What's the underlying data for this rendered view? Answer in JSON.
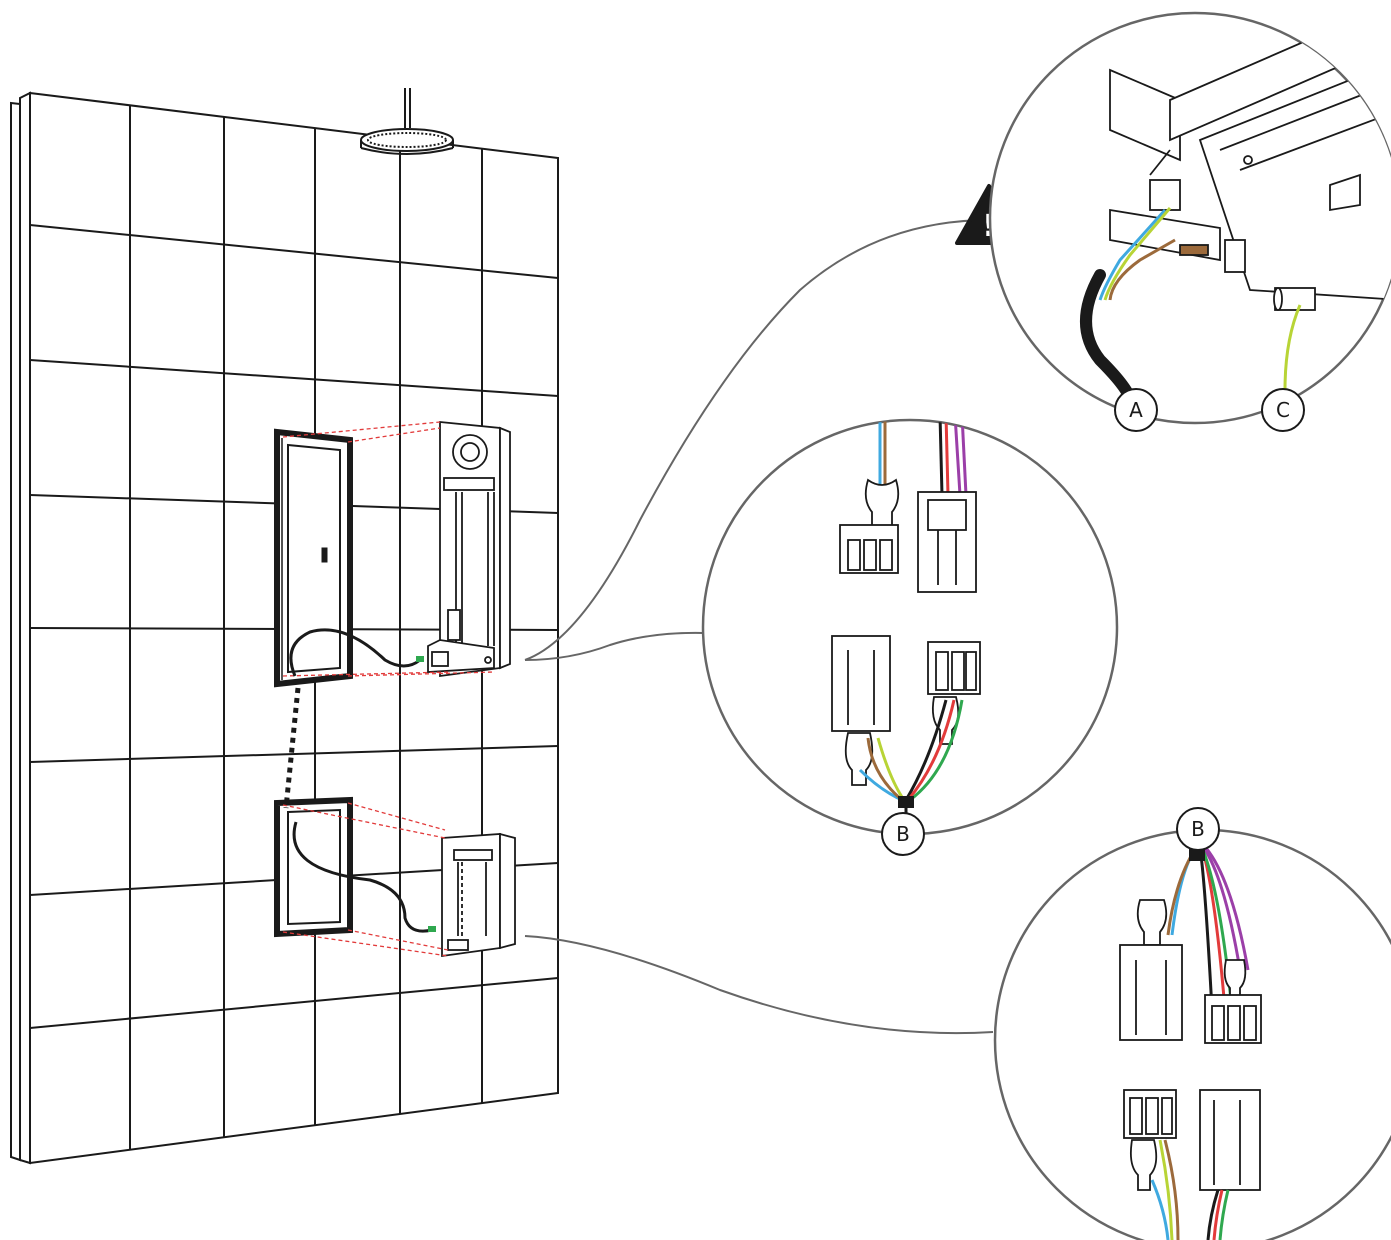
{
  "callouts": {
    "a": "A",
    "b_top": "B",
    "b_bottom": "B",
    "c": "C",
    "warning_symbol": "!"
  },
  "colors": {
    "line": "#1a1a1a",
    "grout": "#1a1a1a",
    "leader": "#666666",
    "dashed_alignment": "#e23b3b",
    "wire_blue": "#3fa9e0",
    "wire_brown": "#9c6a3b",
    "wire_yellow_green": "#b8d436",
    "wire_green": "#2fa84f",
    "wire_red": "#e23b3b",
    "wire_purple": "#9b3fa8",
    "wire_black": "#1a1a1a"
  },
  "icons": [
    "warning-triangle-icon",
    "shower-head-icon"
  ]
}
